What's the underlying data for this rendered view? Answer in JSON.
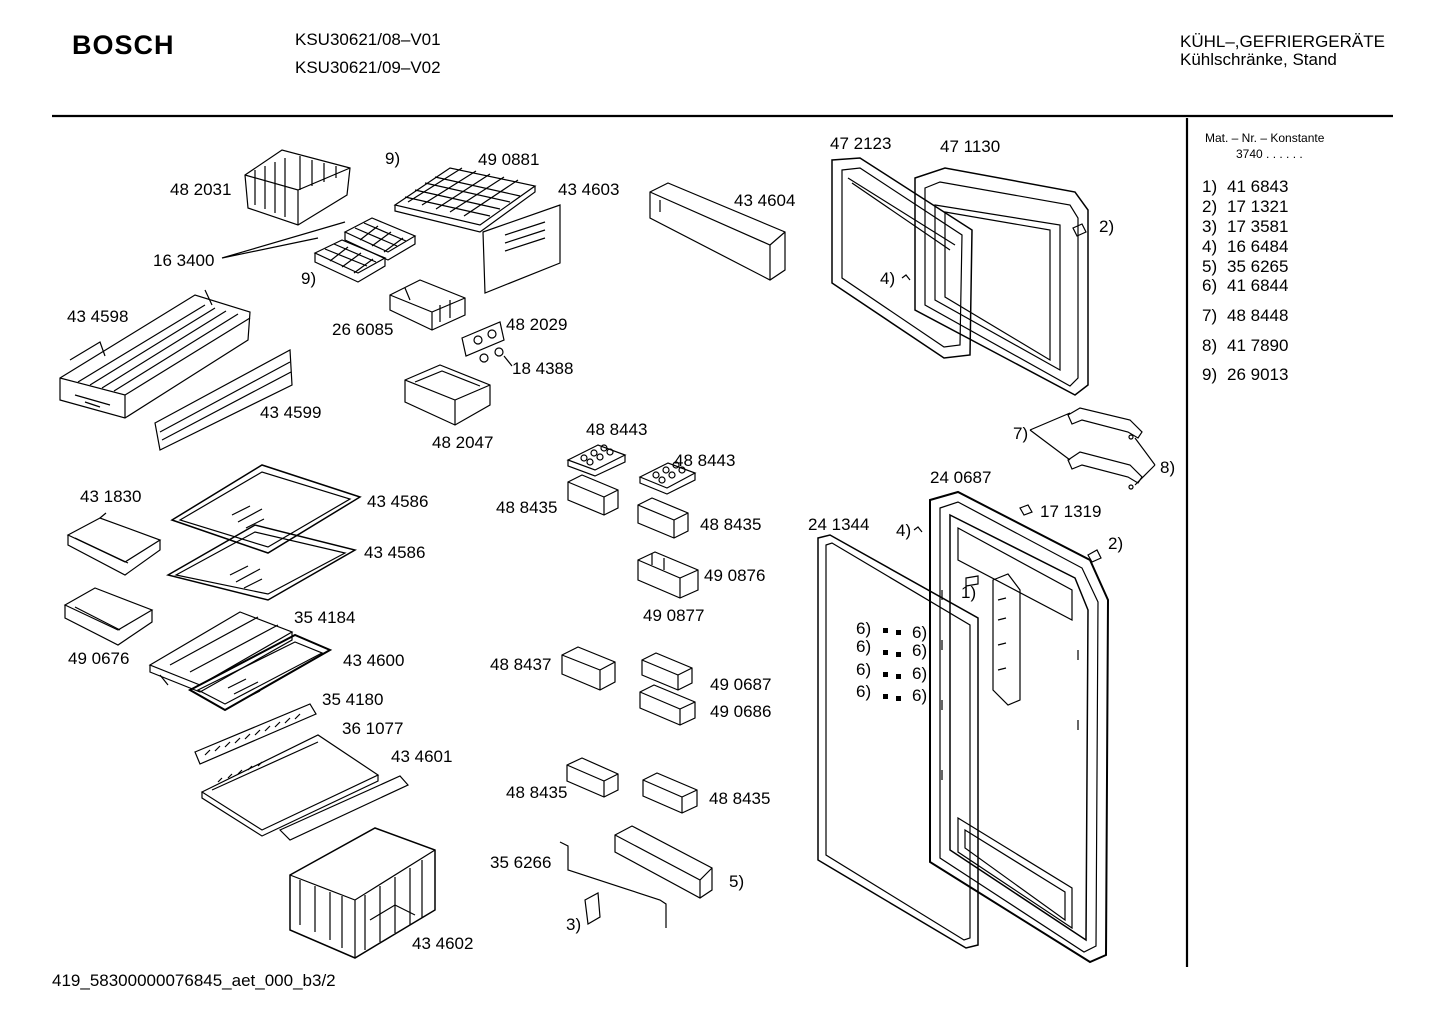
{
  "header": {
    "brand": "BOSCH",
    "models": [
      "KSU30621/08–V01",
      "KSU30621/09–V02"
    ],
    "category": "KÜHL–,GEFRIERGERÄTE",
    "subcategory": "Kühlschränke, Stand"
  },
  "sidebar": {
    "title": "Mat. – Nr. – Konstante",
    "constant": "3740 .  .   .  .  .  .",
    "items": [
      {
        "ref": "1)",
        "number": "41 6843"
      },
      {
        "ref": "2)",
        "number": "17 1321"
      },
      {
        "ref": "3)",
        "number": "17 3581"
      },
      {
        "ref": "4)",
        "number": "16 6484"
      },
      {
        "ref": "5)",
        "number": "35 6265"
      },
      {
        "ref": "6)",
        "number": "41 6844"
      },
      {
        "ref": "7)",
        "number": "48 8448"
      },
      {
        "ref": "8)",
        "number": "41 7890"
      },
      {
        "ref": "9)",
        "number": "26 9013"
      }
    ]
  },
  "footer": {
    "code": "419_58300000076845_aet_000_b3/2"
  },
  "labels": {
    "p482031": "48 2031",
    "p9a": "9)",
    "p490881": "49 0881",
    "p434603": "43 4603",
    "p434604": "43 4604",
    "p472123": "47 2123",
    "p471130": "47 1130",
    "p163400": "16 3400",
    "p9b": "9)",
    "p2a": "2)",
    "p4a": "4)",
    "p434598": "43 4598",
    "p266085": "26 6085",
    "p482029": "48 2029",
    "p184388": "18 4388",
    "p434599": "43 4599",
    "p482047": "48 2047",
    "p488443a": "48 8443",
    "p488443b": "48 8443",
    "p7": "7)",
    "p8": "8)",
    "p431830": "43 1830",
    "p434586a": "43 4586",
    "p434586b": "43 4586",
    "p488435a": "48 8435",
    "p488435b": "48 8435",
    "p240687": "24 0687",
    "p171319": "17 1319",
    "p241344": "24 1344",
    "p4b": "4)",
    "p2b": "2)",
    "p490876": "49 0876",
    "p1": "1)",
    "p490877": "49 0877",
    "p354184": "35 4184",
    "p490676": "49 0676",
    "p434600": "43 4600",
    "p488437": "48 8437",
    "p490687": "49 0687",
    "p490686": "49 0686",
    "p354180": "35 4180",
    "p361077": "36 1077",
    "p434601": "43 4601",
    "p488435c": "48 8435",
    "p488435d": "48 8435",
    "p356266": "35 6266",
    "p5": "5)",
    "p3": "3)",
    "p434602": "43 4602",
    "p6l1": "6)",
    "p6l2": "6)",
    "p6l3": "6)",
    "p6l4": "6)",
    "p6r1": "6)",
    "p6r2": "6)",
    "p6r3": "6)",
    "p6r4": "6)"
  }
}
